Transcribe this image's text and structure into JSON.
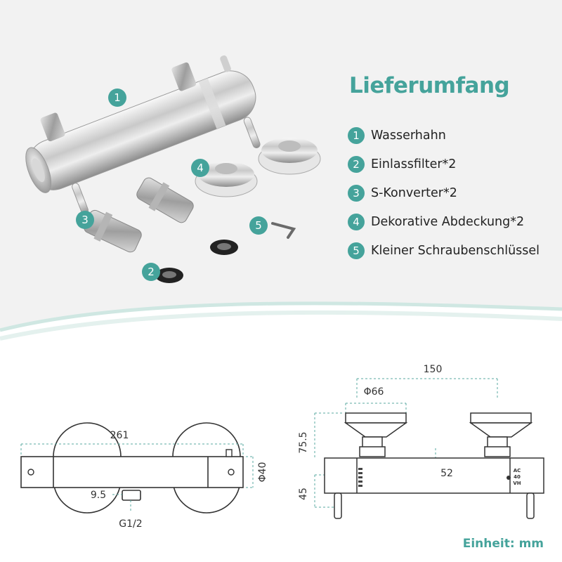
{
  "title": "Lieferumfang",
  "items": [
    {
      "num": "1",
      "label": "Wasserhahn"
    },
    {
      "num": "2",
      "label": "Einlassfilter*2"
    },
    {
      "num": "3",
      "label": "S-Konverter*2"
    },
    {
      "num": "4",
      "label": "Dekorative Abdeckung*2"
    },
    {
      "num": "5",
      "label": "Kleiner Schraubenschlüssel"
    }
  ],
  "callouts": [
    "1",
    "2",
    "3",
    "4",
    "5"
  ],
  "dimensions": {
    "length": "261",
    "diameter": "Φ40",
    "offset": "9.5",
    "thread": "G1/2",
    "centers": "150",
    "flange": "Φ66",
    "height_top": "75.5",
    "body": "52",
    "height_bottom": "45"
  },
  "dial_marks": [
    "AC",
    "40",
    "VH"
  ],
  "unit": "Einheit: mm",
  "colors": {
    "accent": "#45a39b",
    "background": "#f2f2f2",
    "dim_lines": "#5aaaa0"
  }
}
